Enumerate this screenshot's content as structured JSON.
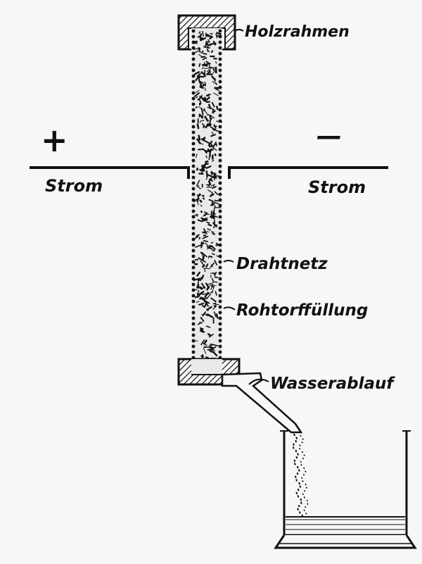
{
  "labels": {
    "frame": "Holzrahmen",
    "plus": "+",
    "minus": "—",
    "current_left": "Strom",
    "current_right": "Strom",
    "mesh": "Drahtnetz",
    "peat": "Rohtorffüllung",
    "drain": "Wasserablauf"
  },
  "colors": {
    "ink": "#111111",
    "paper": "#f7f7f7"
  }
}
